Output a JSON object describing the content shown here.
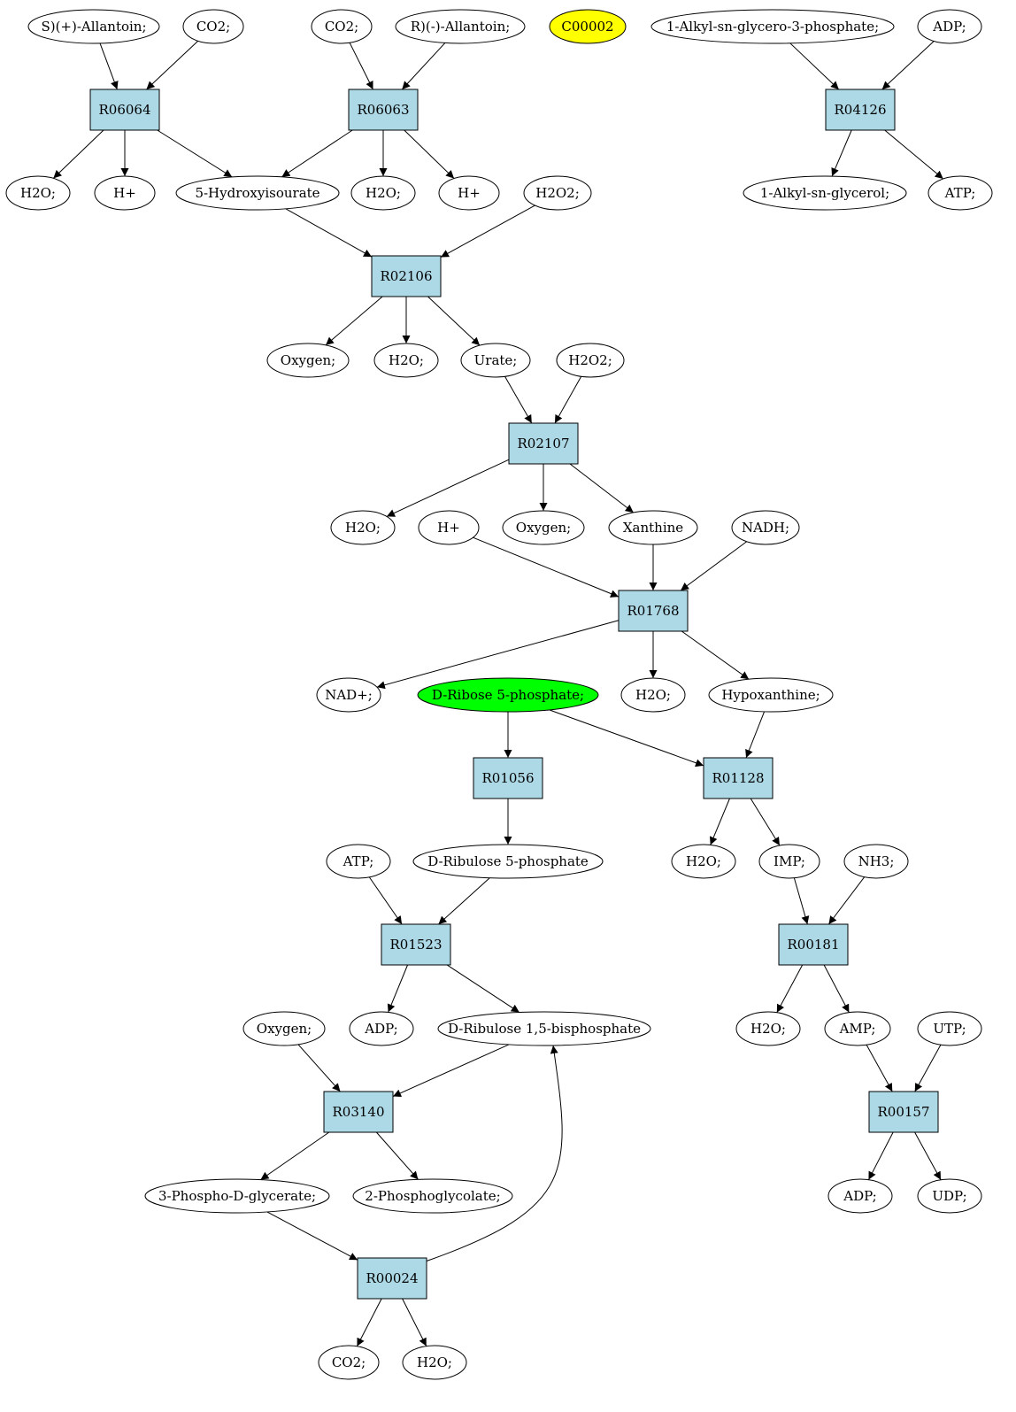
{
  "colors": {
    "reaction_fill": "#add8e6",
    "compound_fill": "#ffffff",
    "highlight_yellow": "#ffff00",
    "highlight_green": "#00ff00",
    "stroke": "#000000"
  },
  "reactions": [
    {
      "id": "R06064",
      "label": "R06064"
    },
    {
      "id": "R06063",
      "label": "R06063"
    },
    {
      "id": "R04126",
      "label": "R04126"
    },
    {
      "id": "R02106",
      "label": "R02106"
    },
    {
      "id": "R02107",
      "label": "R02107"
    },
    {
      "id": "R01768",
      "label": "R01768"
    },
    {
      "id": "R01056",
      "label": "R01056"
    },
    {
      "id": "R01128",
      "label": "R01128"
    },
    {
      "id": "R01523",
      "label": "R01523"
    },
    {
      "id": "R00181",
      "label": "R00181"
    },
    {
      "id": "R03140",
      "label": "R03140"
    },
    {
      "id": "R00157",
      "label": "R00157"
    },
    {
      "id": "R00024",
      "label": "R00024"
    }
  ],
  "compounds": [
    {
      "id": "c_s_allantoin",
      "label": "S)(+)-Allantoin;"
    },
    {
      "id": "c_co2_a",
      "label": "CO2;"
    },
    {
      "id": "c_co2_b",
      "label": "CO2;"
    },
    {
      "id": "c_r_allantoin",
      "label": "R)(-)-Allantoin;"
    },
    {
      "id": "c_c00002",
      "label": "C00002",
      "highlight": "yellow"
    },
    {
      "id": "c_alkyl_g3p",
      "label": "1-Alkyl-sn-glycero-3-phosphate;"
    },
    {
      "id": "c_adp_top",
      "label": "ADP;"
    },
    {
      "id": "c_h2o_1",
      "label": "H2O;"
    },
    {
      "id": "c_hplus_1",
      "label": "H+"
    },
    {
      "id": "c_hydroxyisourate",
      "label": "5-Hydroxyisourate"
    },
    {
      "id": "c_h2o_2",
      "label": "H2O;"
    },
    {
      "id": "c_hplus_2",
      "label": "H+"
    },
    {
      "id": "c_h2o2_1",
      "label": "H2O2;"
    },
    {
      "id": "c_alkyl_glycerol",
      "label": "1-Alkyl-sn-glycerol;"
    },
    {
      "id": "c_atp_top",
      "label": "ATP;"
    },
    {
      "id": "c_oxygen_1",
      "label": "Oxygen;"
    },
    {
      "id": "c_h2o_3",
      "label": "H2O;"
    },
    {
      "id": "c_urate",
      "label": "Urate;"
    },
    {
      "id": "c_h2o2_2",
      "label": "H2O2;"
    },
    {
      "id": "c_h2o_4",
      "label": "H2O;"
    },
    {
      "id": "c_hplus_3",
      "label": "H+"
    },
    {
      "id": "c_oxygen_2",
      "label": "Oxygen;"
    },
    {
      "id": "c_xanthine",
      "label": "Xanthine"
    },
    {
      "id": "c_nadh",
      "label": "NADH;"
    },
    {
      "id": "c_nadplus",
      "label": "NAD+;"
    },
    {
      "id": "c_ribose5p",
      "label": "D-Ribose 5-phosphate;",
      "highlight": "green"
    },
    {
      "id": "c_h2o_5",
      "label": "H2O;"
    },
    {
      "id": "c_hypoxanthine",
      "label": "Hypoxanthine;"
    },
    {
      "id": "c_atp_mid",
      "label": "ATP;"
    },
    {
      "id": "c_ribulose5p",
      "label": "D-Ribulose 5-phosphate"
    },
    {
      "id": "c_h2o_6",
      "label": "H2O;"
    },
    {
      "id": "c_imp",
      "label": "IMP;"
    },
    {
      "id": "c_nh3",
      "label": "NH3;"
    },
    {
      "id": "c_oxygen_3",
      "label": "Oxygen;"
    },
    {
      "id": "c_adp_mid",
      "label": "ADP;"
    },
    {
      "id": "c_ribulose15bp",
      "label": "D-Ribulose 1,5-bisphosphate"
    },
    {
      "id": "c_h2o_7",
      "label": "H2O;"
    },
    {
      "id": "c_amp",
      "label": "AMP;"
    },
    {
      "id": "c_utp",
      "label": "UTP;"
    },
    {
      "id": "c_3pg",
      "label": "3-Phospho-D-glycerate;"
    },
    {
      "id": "c_2pg",
      "label": "2-Phosphoglycolate;"
    },
    {
      "id": "c_adp_bot",
      "label": "ADP;"
    },
    {
      "id": "c_udp",
      "label": "UDP;"
    },
    {
      "id": "c_co2_c",
      "label": "CO2;"
    },
    {
      "id": "c_h2o_8",
      "label": "H2O;"
    }
  ],
  "edges": [
    {
      "from": "c_s_allantoin",
      "to": "R06064"
    },
    {
      "from": "c_co2_a",
      "to": "R06064"
    },
    {
      "from": "R06064",
      "to": "c_h2o_1"
    },
    {
      "from": "R06064",
      "to": "c_hplus_1"
    },
    {
      "from": "R06064",
      "to": "c_hydroxyisourate"
    },
    {
      "from": "c_co2_b",
      "to": "R06063"
    },
    {
      "from": "c_r_allantoin",
      "to": "R06063"
    },
    {
      "from": "R06063",
      "to": "c_hydroxyisourate"
    },
    {
      "from": "R06063",
      "to": "c_h2o_2"
    },
    {
      "from": "R06063",
      "to": "c_hplus_2"
    },
    {
      "from": "c_alkyl_g3p",
      "to": "R04126"
    },
    {
      "from": "c_adp_top",
      "to": "R04126"
    },
    {
      "from": "R04126",
      "to": "c_alkyl_glycerol"
    },
    {
      "from": "R04126",
      "to": "c_atp_top"
    },
    {
      "from": "c_hydroxyisourate",
      "to": "R02106"
    },
    {
      "from": "c_h2o2_1",
      "to": "R02106"
    },
    {
      "from": "R02106",
      "to": "c_oxygen_1"
    },
    {
      "from": "R02106",
      "to": "c_h2o_3"
    },
    {
      "from": "R02106",
      "to": "c_urate"
    },
    {
      "from": "c_urate",
      "to": "R02107"
    },
    {
      "from": "c_h2o2_2",
      "to": "R02107"
    },
    {
      "from": "R02107",
      "to": "c_h2o_4"
    },
    {
      "from": "R02107",
      "to": "c_oxygen_2"
    },
    {
      "from": "R02107",
      "to": "c_xanthine"
    },
    {
      "from": "c_hplus_3",
      "to": "R01768"
    },
    {
      "from": "c_xanthine",
      "to": "R01768"
    },
    {
      "from": "c_nadh",
      "to": "R01768"
    },
    {
      "from": "R01768",
      "to": "c_nadplus"
    },
    {
      "from": "R01768",
      "to": "c_h2o_5"
    },
    {
      "from": "R01768",
      "to": "c_hypoxanthine"
    },
    {
      "from": "c_ribose5p",
      "to": "R01056"
    },
    {
      "from": "c_ribose5p",
      "to": "R01128"
    },
    {
      "from": "c_hypoxanthine",
      "to": "R01128"
    },
    {
      "from": "R01056",
      "to": "c_ribulose5p"
    },
    {
      "from": "R01128",
      "to": "c_h2o_6"
    },
    {
      "from": "R01128",
      "to": "c_imp"
    },
    {
      "from": "c_atp_mid",
      "to": "R01523"
    },
    {
      "from": "c_ribulose5p",
      "to": "R01523"
    },
    {
      "from": "R01523",
      "to": "c_adp_mid"
    },
    {
      "from": "R01523",
      "to": "c_ribulose15bp"
    },
    {
      "from": "c_imp",
      "to": "R00181"
    },
    {
      "from": "c_nh3",
      "to": "R00181"
    },
    {
      "from": "R00181",
      "to": "c_h2o_7"
    },
    {
      "from": "R00181",
      "to": "c_amp"
    },
    {
      "from": "c_oxygen_3",
      "to": "R03140"
    },
    {
      "from": "c_ribulose15bp",
      "to": "R03140"
    },
    {
      "from": "R03140",
      "to": "c_3pg"
    },
    {
      "from": "R03140",
      "to": "c_2pg"
    },
    {
      "from": "c_amp",
      "to": "R00157"
    },
    {
      "from": "c_utp",
      "to": "R00157"
    },
    {
      "from": "R00157",
      "to": "c_adp_bot"
    },
    {
      "from": "R00157",
      "to": "c_udp"
    },
    {
      "from": "c_3pg",
      "to": "R00024"
    },
    {
      "from": "R00024",
      "to": "c_ribulose15bp",
      "curved": true
    },
    {
      "from": "R00024",
      "to": "c_co2_c"
    },
    {
      "from": "R00024",
      "to": "c_h2o_8"
    }
  ]
}
